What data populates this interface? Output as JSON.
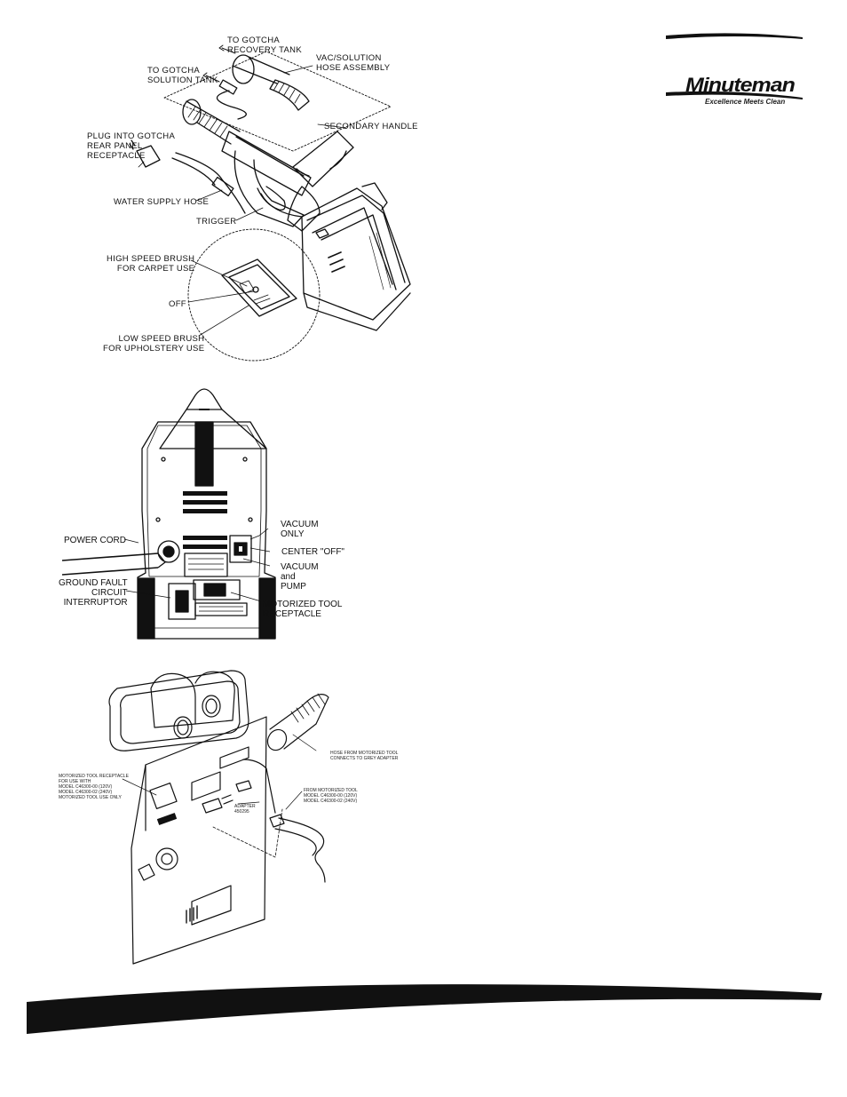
{
  "brand": {
    "name": "Minuteman",
    "tagline": "Excellence Meets Clean"
  },
  "figure1": {
    "labels": {
      "recovery_tank": "TO GOTCHA\nRECOVERY TANK",
      "solution_tank": "TO GOTCHA\nSOLUTION TANK",
      "hose_assembly": "VAC/SOLUTION\nHOSE ASSEMBLY",
      "plug": "PLUG INTO GOTCHA\nREAR PANEL\nRECEPTACLE",
      "secondary_handle": "SECONDARY HANDLE",
      "water_hose": "WATER SUPPLY HOSE",
      "trigger": "TRIGGER",
      "high_speed": "HIGH SPEED BRUSH\nFOR CARPET USE",
      "off": "OFF",
      "low_speed": "LOW SPEED BRUSH\nFOR UPHOLSTERY USE"
    }
  },
  "figure2": {
    "labels": {
      "power_cord": "POWER CORD",
      "gfci": "GROUND FAULT\nCIRCUIT\nINTERRUPTOR",
      "vacuum_only": "VACUUM\nONLY",
      "center_off": "CENTER \"OFF\"",
      "vacuum_pump": "VACUUM\nand\nPUMP",
      "motorized_receptacle": "MOTORIZED TOOL\nRECEPTACLE"
    }
  },
  "figure3": {
    "labels": {
      "receptacle_note": "MOTORIZED TOOL RECEPTACLE\nFOR USE WITH\nMODEL C46300-00 (120V)\nMODEL C46300-02 (240V)\nMOTORIZED TOOL USE ONLY",
      "hose_note": "HOSE FROM MOTORIZED TOOL\nCONNECTS TO GREY ADAPTER",
      "adapter": "ADAPTER\n450295",
      "from_tool": "FROM MOTORIZED TOOL\nMODEL C46300-00 (120V)\nMODEL C46300-02 (240V)"
    }
  }
}
